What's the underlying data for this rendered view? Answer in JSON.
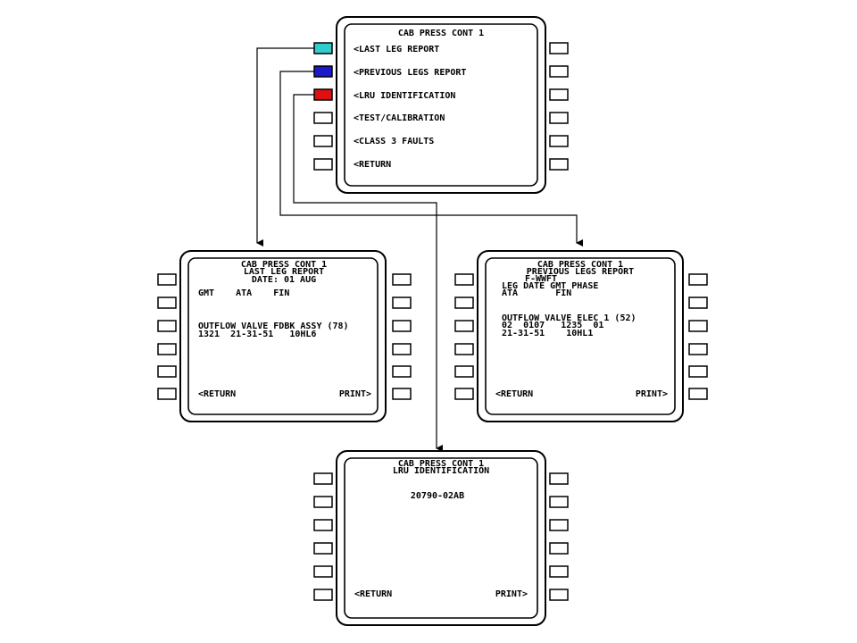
{
  "colors": {
    "cyan_key": "#33cccc",
    "blue_key": "#1a1acc",
    "red_key": "#dd1111"
  },
  "top_screen": {
    "title": "CAB PRESS CONT 1",
    "menu": [
      "<LAST LEG REPORT",
      "<PREVIOUS LEGS REPORT",
      "<LRU IDENTIFICATION",
      "<TEST/CALIBRATION",
      "<CLASS 3 FAULTS",
      "<RETURN"
    ]
  },
  "last_leg_screen": {
    "title": "CAB PRESS CONT 1",
    "subtitle": "LAST LEG REPORT",
    "date_line": "DATE:  01 AUG",
    "header": "GMT    ATA    FIN",
    "fault_name": "OUTFLOW VALVE FDBK ASSY (78)",
    "fault_data": "1321  21-31-51   10HL6",
    "return_label": "<RETURN",
    "print_label": "PRINT>"
  },
  "previous_legs_screen": {
    "title": "CAB PRESS CONT 1",
    "subtitle": "PREVIOUS LEGS REPORT",
    "registration": "F-WWFT",
    "header1": "LEG DATE GMT PHASE",
    "header2": "ATA       FIN",
    "fault_name": "OUTFLOW VALVE ELEC 1 (52)",
    "fault_data1": "02  0107   1235  01",
    "fault_data2": "21-31-51    10HL1",
    "return_label": "<RETURN",
    "print_label": "PRINT>"
  },
  "lru_screen": {
    "title": "CAB PRESS CONT 1",
    "subtitle": "LRU IDENTIFICATION",
    "part_number": "20790-02AB",
    "return_label": "<RETURN",
    "print_label": "PRINT>"
  }
}
